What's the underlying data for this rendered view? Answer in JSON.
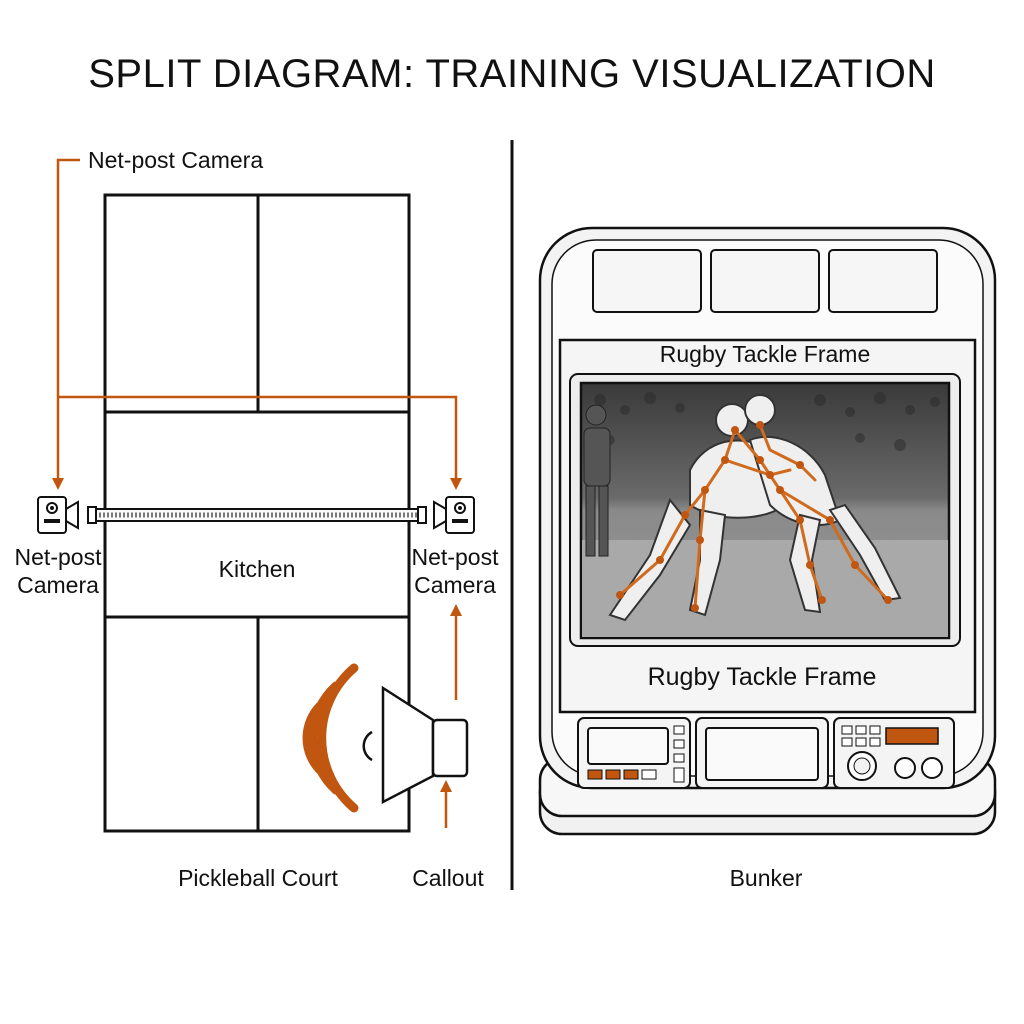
{
  "title": "SPLIT DIAGRAM: TRAINING VISUALIZATION",
  "left_panel": {
    "top_camera_label": "Net-post Camera",
    "left_camera_label_line1": "Net-post",
    "left_camera_label_line2": "Camera",
    "right_camera_label_line1": "Net-post",
    "right_camera_label_line2": "Camera",
    "kitchen_label": "Kitchen",
    "court_caption": "Pickleball Court",
    "speaker_caption": "Callout"
  },
  "right_panel": {
    "screen_label_top": "Rugby Tackle Frame",
    "screen_label_bottom": "Rugby Tackle Frame",
    "caption": "Bunker"
  },
  "colors": {
    "accent": "#c0560f",
    "line": "#111111",
    "panel_fill": "#f4f4f4",
    "photo_dark": "#4a4a4a"
  }
}
